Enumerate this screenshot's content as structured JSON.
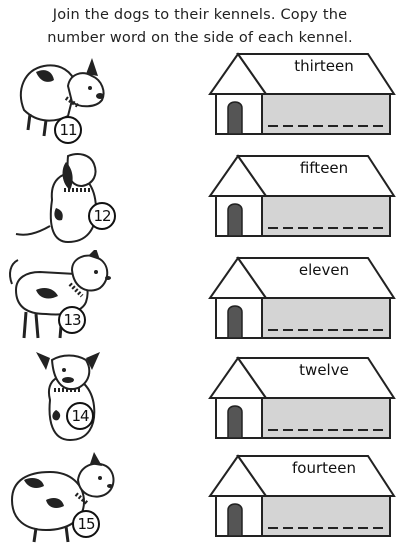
{
  "instructions": {
    "line1": "Join the dogs to their kennels. Copy the",
    "line2": "number word on the side of each kennel."
  },
  "dogs": [
    {
      "number": "11"
    },
    {
      "number": "12"
    },
    {
      "number": "13"
    },
    {
      "number": "14"
    },
    {
      "number": "15"
    }
  ],
  "kennels": [
    {
      "word": "thirteen"
    },
    {
      "word": "fifteen"
    },
    {
      "word": "eleven"
    },
    {
      "word": "twelve"
    },
    {
      "word": "fourteen"
    }
  ],
  "colors": {
    "roof": "#ffffff",
    "wall": "#d4d4d4",
    "outline": "#222222",
    "door": "#555555"
  }
}
